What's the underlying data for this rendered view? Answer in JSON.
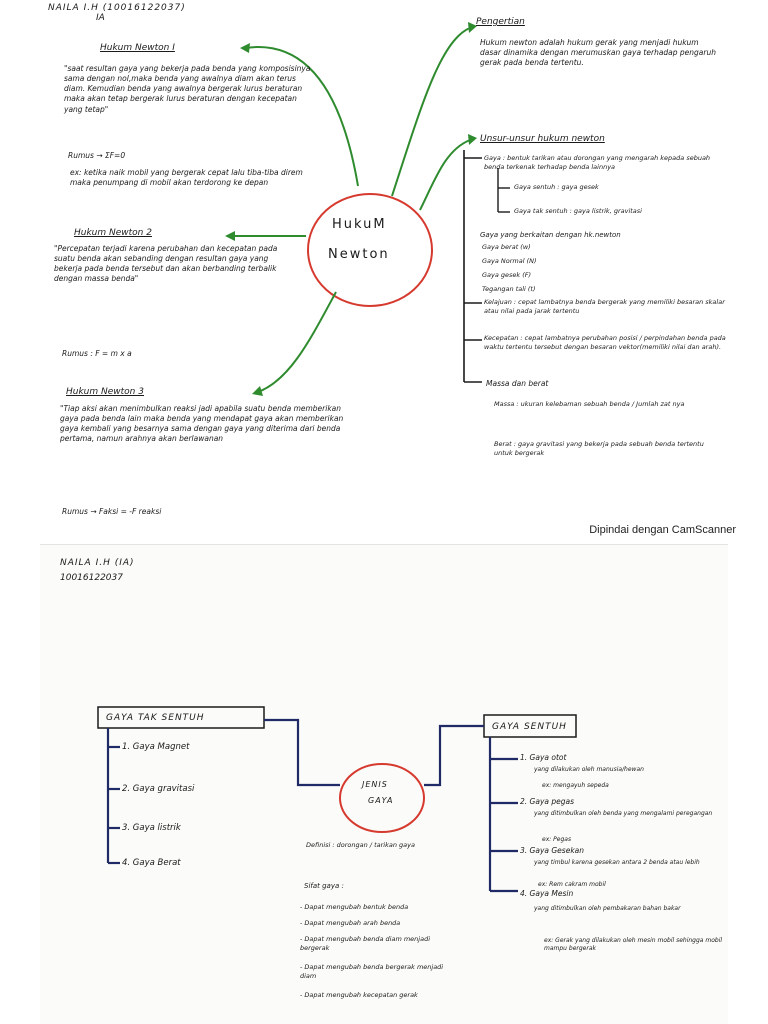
{
  "page1": {
    "header": {
      "name": "NAILA I.H (10016122037)",
      "class": "IA"
    },
    "center": {
      "line1": "HukuM",
      "line2": "Newton"
    },
    "hukum1": {
      "title": "Hukum Newton I",
      "body": "\"saat resultan gaya yang bekerja pada benda yang komposisinya sama dengan nol,maka benda yang awalnya diam akan terus diam. Kemudian benda yang awalnya bergerak lurus beraturan maka akan tetap bergerak lurus beraturan dengan kecepatan yang tetap\"",
      "rumus": "Rumus → ΣF=0",
      "contoh": "ex: ketika naik mobil yang bergerak cepat lalu tiba-tiba direm maka penumpang di mobil akan terdorong ke depan"
    },
    "hukum2": {
      "title": "Hukum Newton 2",
      "body": "\"Percepatan terjadi karena perubahan dan kecepatan pada suatu benda akan sebanding dengan resultan gaya yang bekerja pada benda tersebut dan akan berbanding terbalik dengan massa benda\"",
      "rumus": "Rumus :   F = m x a"
    },
    "hukum3": {
      "title": "Hukum Newton 3",
      "body": "\"Tiap aksi akan menimbulkan reaksi jadi apabila suatu benda memberikan gaya pada benda lain maka benda yang mendapat gaya akan memberikan gaya kembali yang besarnya sama dengan gaya yang diterima dari benda pertama, namun arahnya akan berlawanan",
      "rumus": "Rumus →   Faksi = -F reaksi"
    },
    "pengertian": {
      "title": "Pengertian",
      "body": "Hukum newton adalah hukum gerak yang menjadi hukum dasar dinamika dengan merumuskan gaya terhadap pengaruh gerak pada benda tertentu."
    },
    "unsur": {
      "title": "Unsur-unsur hukum newton",
      "gaya": "Gaya : bentuk tarikan atau dorongan yang mengarah kepada sebuah benda terkenak terhadap benda lainnya",
      "gaya_sentuh": "Gaya sentuh : gaya gesek",
      "gaya_tak_sentuh": "Gaya tak sentuh : gaya listrik, gravitasi",
      "berkaitan_title": "Gaya yang berkaitan dengan hk.newton",
      "berkaitan": [
        "Gaya berat (w)",
        "Gaya Normal (N)",
        "Gaya gesek (F)",
        "Tegangan tali (t)"
      ],
      "kelajuan": "Kelajuan : cepat lambatnya benda bergerak yang memiliki besaran skalar atau nilai pada jarak tertentu",
      "kecepatan": "Kecepatan : cepat lambatnya perubahan posisi / perpindahan benda pada waktu tertentu tersebut dengan besaran vektor(memiliki nilai dan arah).",
      "massa_berat": "Massa dan berat",
      "massa": "Massa : ukuran kelebaman sebuah benda / Jumlah zat nya",
      "berat": "Berat : gaya gravitasi yang bekerja pada sebuah benda tertentu untuk bergerak"
    },
    "watermark": "Dipindai dengan CamScanner"
  },
  "page2": {
    "header": {
      "name": "NAILA I.H (IA)",
      "nim": "10016122037"
    },
    "center": {
      "line1": "JENIS",
      "line2": "GAYA"
    },
    "tak_sentuh": {
      "title": "GAYA TAK SENTUH",
      "items": [
        "1. Gaya Magnet",
        "2. Gaya gravitasi",
        "3. Gaya listrik",
        "4. Gaya Berat"
      ]
    },
    "sentuh": {
      "title": "GAYA SENTUH",
      "items": [
        {
          "label": "1. Gaya otot",
          "desc": "yang dilakukan oleh manusia/hewan",
          "ex": "ex: mengayuh sepeda"
        },
        {
          "label": "2. Gaya pegas",
          "desc": "yang ditimbulkan oleh benda yang mengalami peregangan",
          "ex": "ex: Pegas"
        },
        {
          "label": "3. Gaya Gesekan",
          "desc": "yang timbul karena gesekan antara 2 benda atau lebih",
          "ex": "ex: Rem cakram mobil"
        },
        {
          "label": "4. Gaya Mesin",
          "desc": "yang ditimbulkan oleh pembakaran bahan bakar",
          "ex": "ex: Gerak yang dilakukan oleh mesin mobil sehingga mobil mampu bergerak"
        }
      ]
    },
    "definisi": "Definisi : dorongan / tarikan gaya",
    "sifat_title": "Sifat gaya :",
    "sifat": [
      "- Dapat mengubah bentuk benda",
      "- Dapat mengubah arah benda",
      "- Dapat mengubah benda diam menjadi bergerak",
      "- Dapat mengubah benda bergerak menjadi diam",
      "- Dapat mengubah kecepatan gerak"
    ]
  },
  "colors": {
    "ink": "#1b1b1b",
    "red": "#d63a2f",
    "green": "#2e8b2e",
    "navy": "#1f2a66"
  }
}
